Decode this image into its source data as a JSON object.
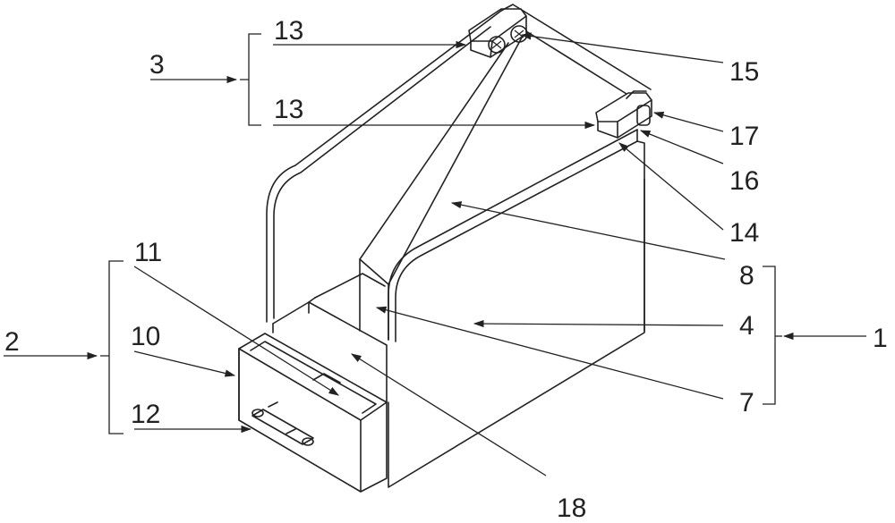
{
  "labels": {
    "l1": "1",
    "l2": "2",
    "l3": "3",
    "l4": "4",
    "l7": "7",
    "l8": "8",
    "l10": "10",
    "l11": "11",
    "l12": "12",
    "l13a": "13",
    "l13b": "13",
    "l14": "14",
    "l15": "15",
    "l16": "16",
    "l17": "17",
    "l18": "18"
  }
}
